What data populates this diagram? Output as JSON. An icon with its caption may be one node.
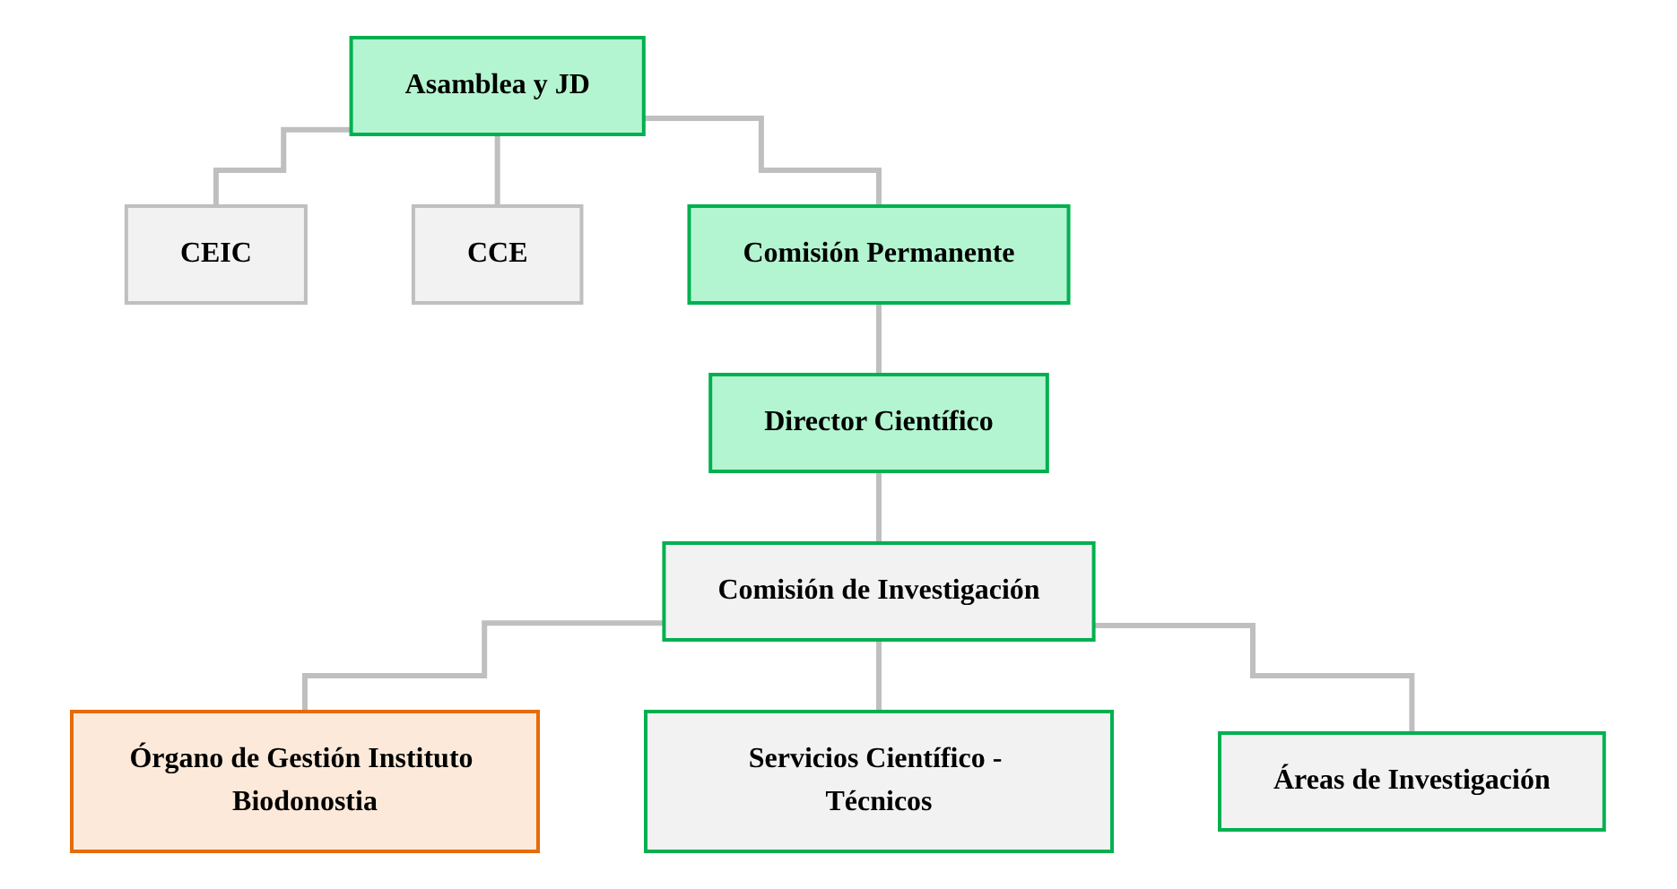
{
  "diagram": {
    "nodes": [
      {
        "text": [
          "Asamblea y JD"
        ]
      },
      {
        "text": [
          "CEIC"
        ]
      },
      {
        "text": [
          "CCE"
        ]
      },
      {
        "text": [
          "Comisión Permanente"
        ]
      },
      {
        "text": [
          "Director Científico"
        ]
      },
      {
        "text": [
          "Órgano de Gestión Instituto Biodonostia"
        ]
      },
      {
        "text": [
          "Comisión de Investigación"
        ]
      },
      {
        "text": [
          "Servicios Científico - Técnicos"
        ]
      },
      {
        "text": [
          "Áreas de Investigación"
        ]
      }
    ],
    "edges": [
      {
        "from": 0,
        "to": 1,
        "arrow": "none"
      },
      {
        "from": 0,
        "to": 2,
        "arrow": "none"
      },
      {
        "from": 0,
        "to": 3,
        "arrow": "none"
      },
      {
        "from": 3,
        "to": 4,
        "arrow": "none"
      },
      {
        "from": 4,
        "to": 6,
        "arrow": "none"
      },
      {
        "from": 6,
        "to": 5,
        "arrow": "none"
      },
      {
        "from": 6,
        "to": 7,
        "arrow": "none"
      },
      {
        "from": 6,
        "to": 8,
        "arrow": "none"
      }
    ]
  }
}
